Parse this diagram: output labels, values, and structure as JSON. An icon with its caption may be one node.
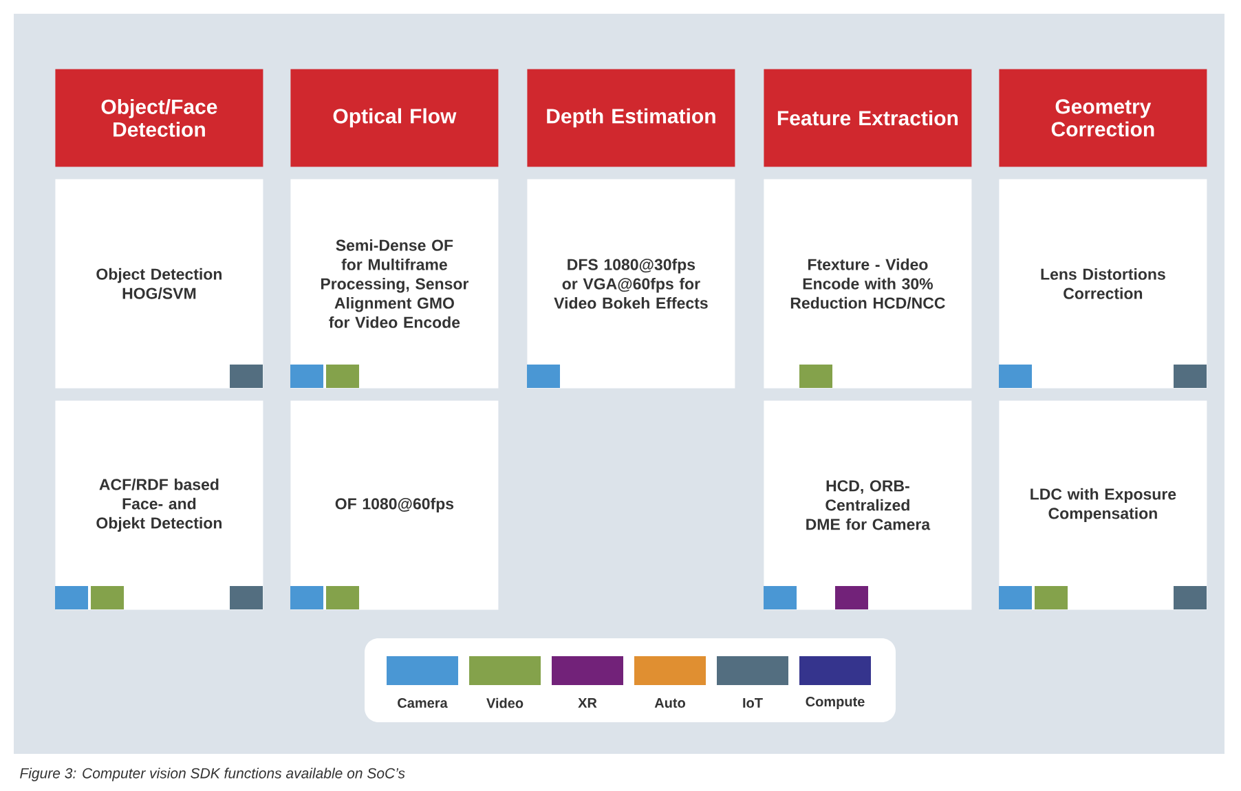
{
  "diagram": {
    "caption": "Figure 3: Computer vision SDK functions available on SoC’s",
    "nodes": [
      {
        "text": [
          "Object/Face Detection"
        ]
      },
      {
        "text": [
          "Optical Flow"
        ]
      },
      {
        "text": [
          "Depth Estimation"
        ]
      },
      {
        "text": [
          "Feature Extraction"
        ]
      },
      {
        "text": [
          "Geometry Correction"
        ]
      },
      {
        "text": [
          "Object Detection HOG/SVM"
        ]
      },
      {
        "text": [
          "Semi-Dense OF for Multiframe Processing, Sensor Alignment GMO for Video Encode"
        ]
      },
      {
        "text": [
          "DFS 1080@30fps or VGA@60fps for Video Bokeh Effects"
        ]
      },
      {
        "text": [
          "Ftexture - Video Encode with 30% Reduction HCD/NCC"
        ]
      },
      {
        "text": [
          "Lens Distortions Correction"
        ]
      },
      {
        "text": [
          "ACF/RDF based Face- and Objekt Detection"
        ]
      },
      {
        "text": [
          "OF 1080@60fps"
        ]
      },
      {
        "text": [
          "HCD, ORB-Centralized DME for Camera"
        ]
      },
      {
        "text": [
          "LDC with Exposure Compensation"
        ]
      }
    ],
    "legend": [
      {
        "text": "Camera",
        "color": "#4a97d4"
      },
      {
        "text": "Video",
        "color": "#84a24b"
      },
      {
        "text": "XR",
        "color": "#722279"
      },
      {
        "text": "Auto",
        "color": "#e08f31"
      },
      {
        "text": "IoT",
        "color": "#536e80"
      },
      {
        "text": "Compute",
        "color": "#35348d"
      }
    ]
  }
}
